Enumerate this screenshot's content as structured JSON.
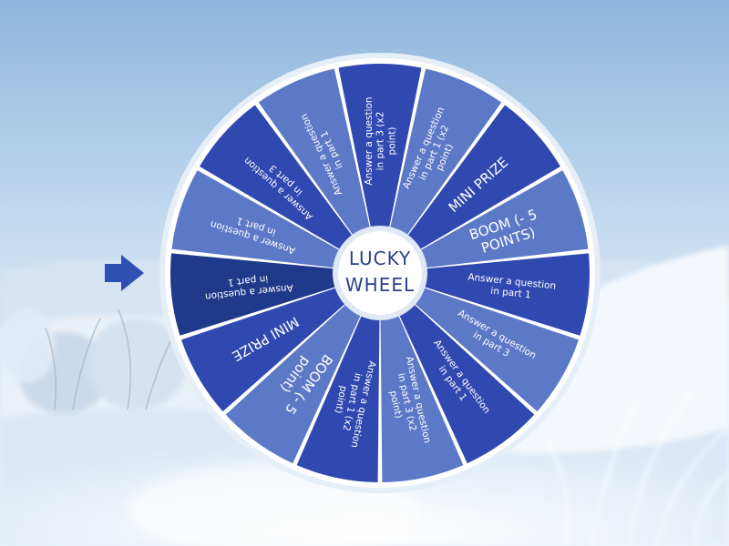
{
  "wheel": {
    "title_line1": "LUCKY",
    "title_line2": "WHEEL",
    "pointer_icon": "arrow-right-icon",
    "segments": [
      {
        "label": "Answer a question in part 3 (x2 point)",
        "color": "#2f49b0"
      },
      {
        "label": "Answer a question in part 1 (x2 point)",
        "color": "#5b79c7"
      },
      {
        "label": "MINI PRIZE",
        "color": "#2f49b0"
      },
      {
        "label": "BOOM (- 5 POINTS)",
        "color": "#5b79c7"
      },
      {
        "label": "Answer a question in part 1",
        "color": "#2f49b0"
      },
      {
        "label": "Answer a question in part 3",
        "color": "#5b79c7"
      },
      {
        "label": "Answer a question in part 1",
        "color": "#2f49b0"
      },
      {
        "label": "Answer a question in part 3 (x2 point)",
        "color": "#5b79c7"
      },
      {
        "label": "Answer a question in part 1 (x2 point)",
        "color": "#2f49b0"
      },
      {
        "label": "BOOM (- 5 point)",
        "color": "#5b79c7"
      },
      {
        "label": "MINI PRIZE",
        "color": "#2f49b0"
      },
      {
        "label": "Answer a question in part 1",
        "color": "#1f3a8a",
        "selected": true
      },
      {
        "label": "Answer a question in part 1",
        "color": "#5b79c7"
      },
      {
        "label": "Answer a question in part 3",
        "color": "#2f49b0"
      },
      {
        "label": "Answer a question in part 1",
        "color": "#5b79c7"
      }
    ]
  },
  "colors": {
    "rim": "#ffffff",
    "ring": "#e6eef8",
    "pointer": "#2f4fb3",
    "center_fill": "#ffffff",
    "center_text": "#2a3f8f"
  }
}
